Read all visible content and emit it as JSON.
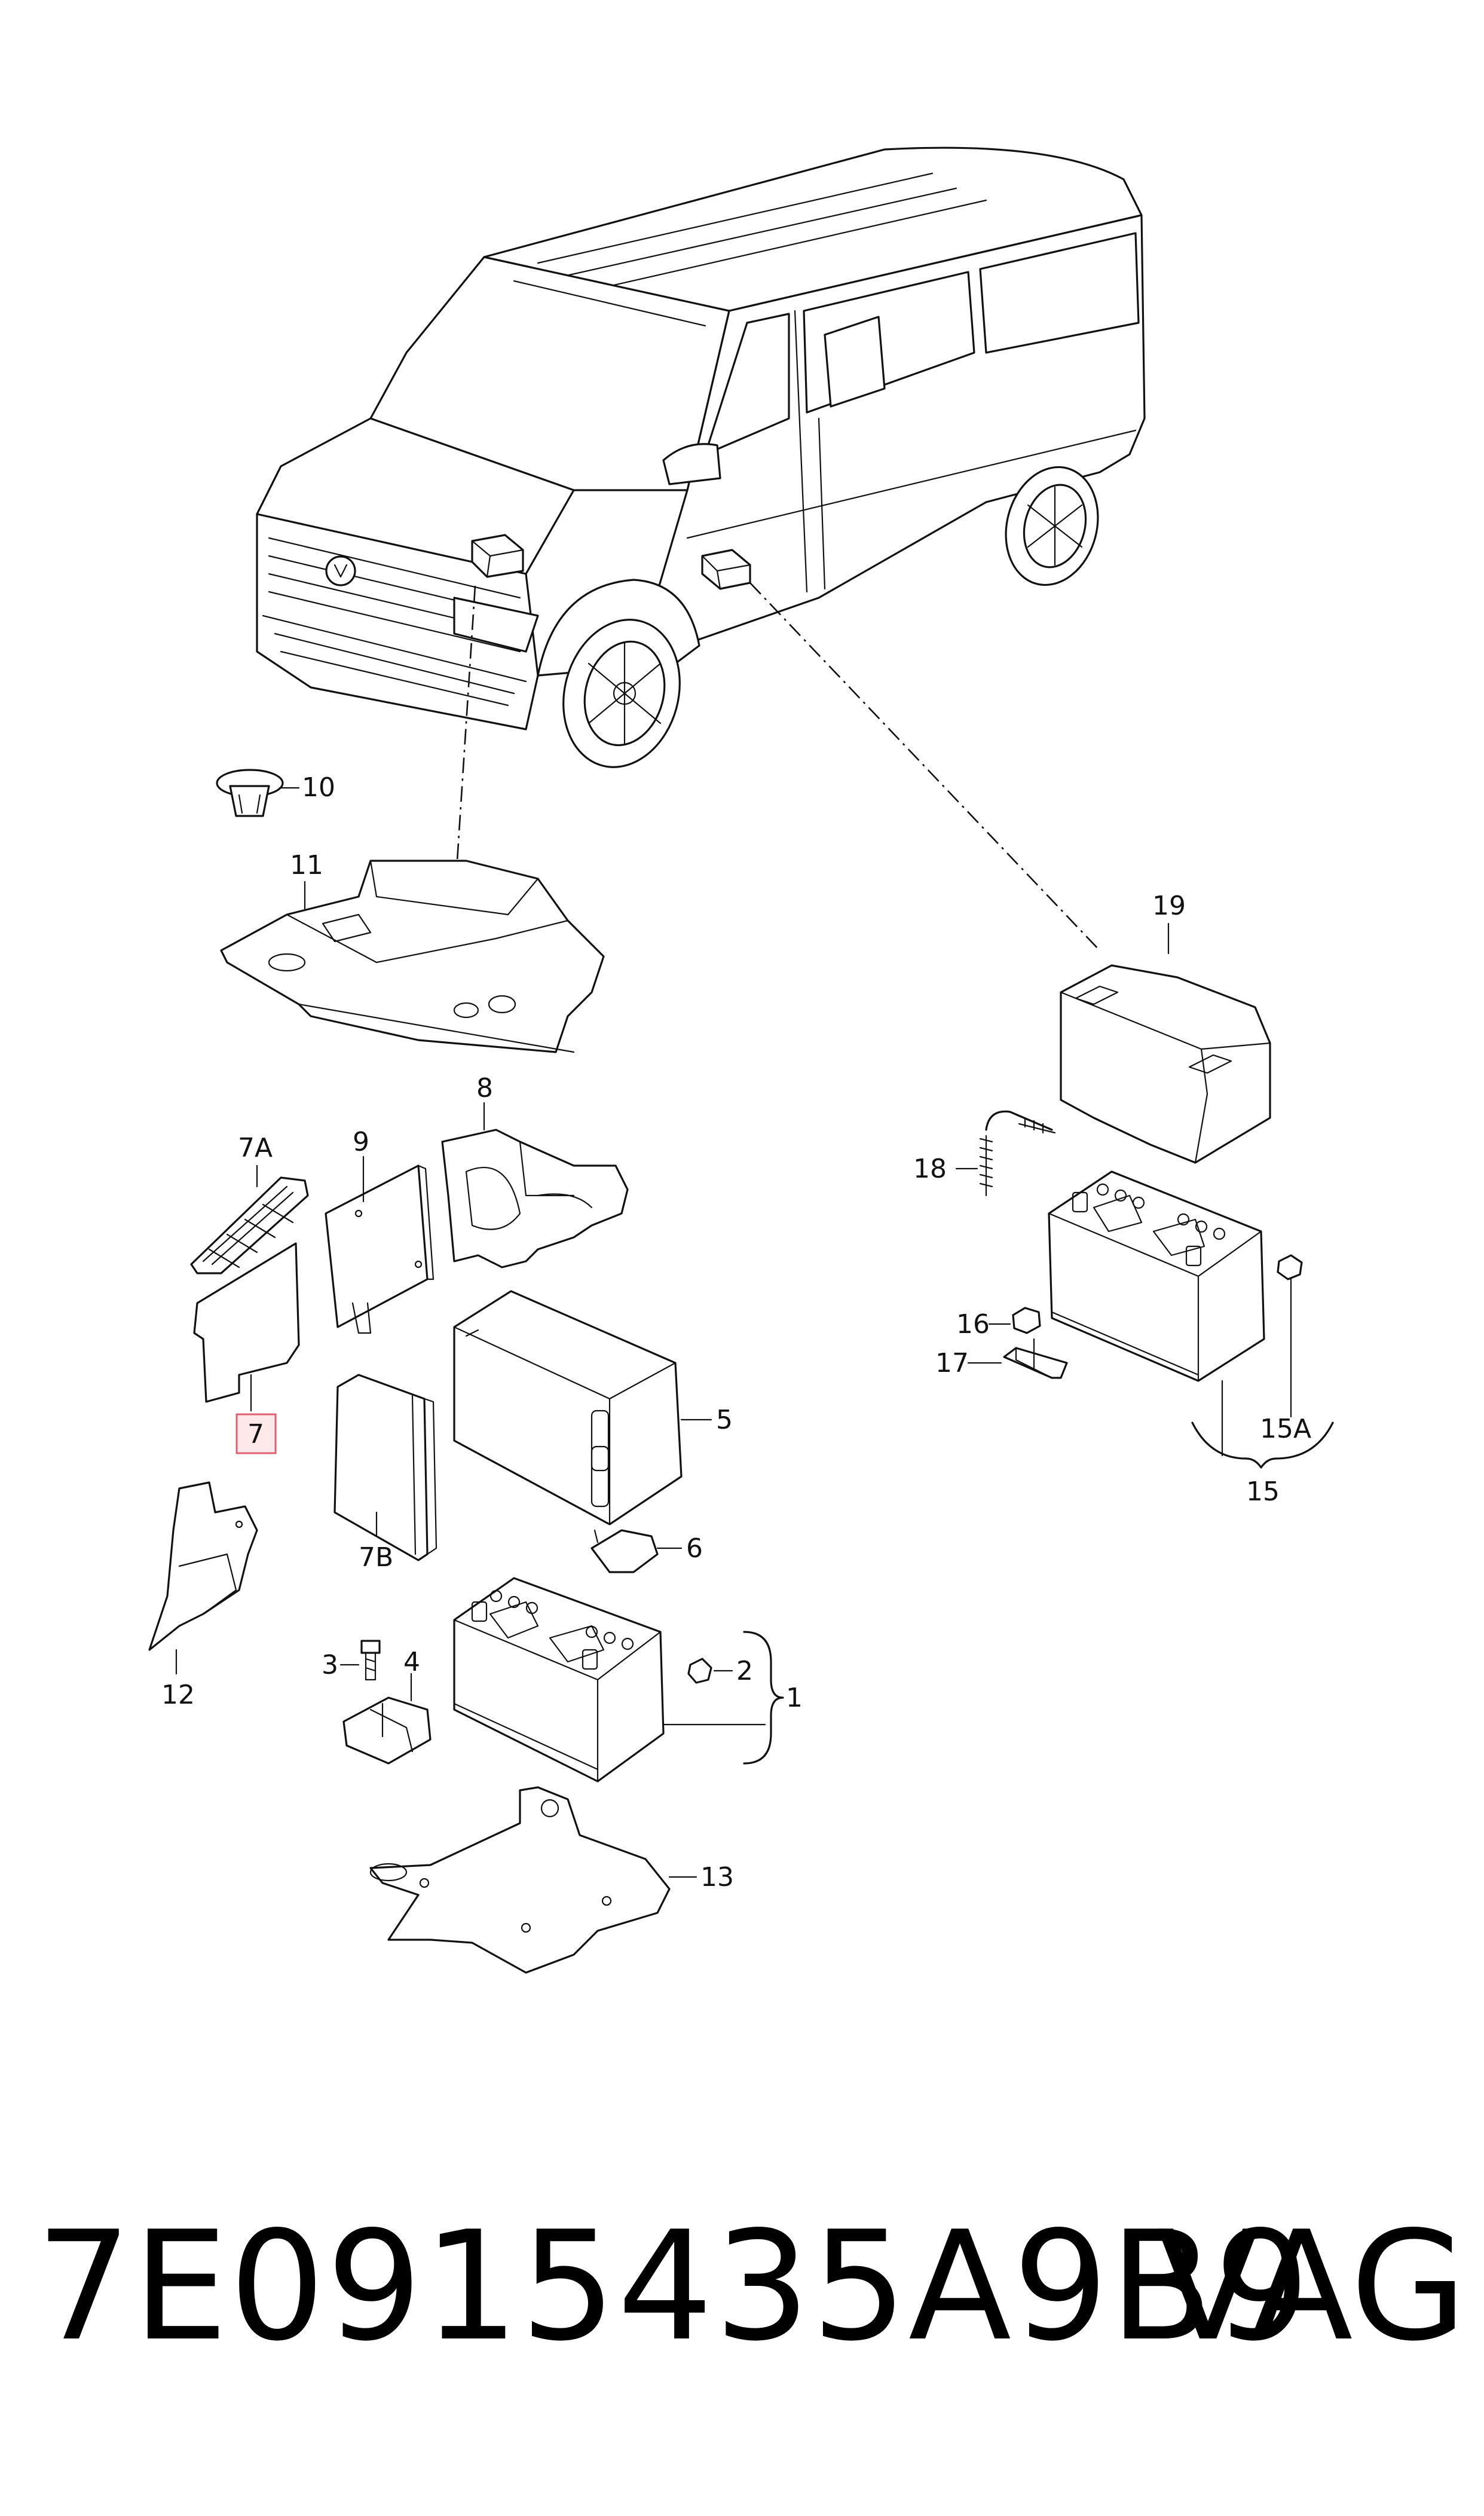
{
  "part_number": "7E0915435A9B9",
  "brand": "VAG",
  "highlight_color": "#fde9ea",
  "highlight_border": "#e06070",
  "callouts": {
    "c1": "1",
    "c2": "2",
    "c3": "3",
    "c4": "4",
    "c5": "5",
    "c6": "6",
    "c7": "7",
    "c7a": "7A",
    "c7b": "7B",
    "c8": "8",
    "c9": "9",
    "c10": "10",
    "c11": "11",
    "c12": "12",
    "c13": "13",
    "c15": "15",
    "c15a": "15A",
    "c16": "16",
    "c17": "17",
    "c18": "18",
    "c19": "19"
  },
  "highlighted_callout": "7"
}
